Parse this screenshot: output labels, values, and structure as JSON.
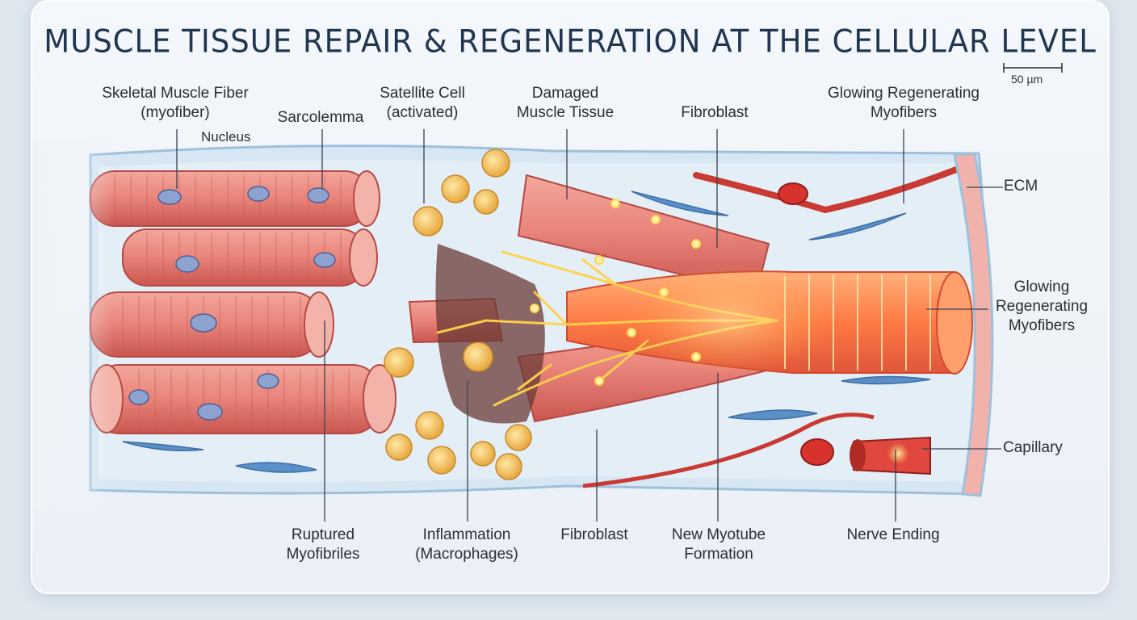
{
  "title": "MUSCLE TISSUE REPAIR & REGENERATION AT THE CELLULAR LEVEL",
  "scale_bar": "50 µm",
  "labels": {
    "skeletal_fiber": "Skeletal Muscle Fiber\n(myofiber)",
    "nucleus": "Nucleus",
    "sarcolemma": "Sarcolemma",
    "satellite_cell": "Satellite Cell\n(activated)",
    "damaged_tissue": "Damaged\nMuscle Tissue",
    "fibroblast_top": "Fibroblast",
    "glowing_top": "Glowing Regenerating\nMyofibers",
    "ecm": "ECM",
    "glowing_right": "Glowing\nRegenerating\nMyofibers",
    "capillary": "Capillary",
    "ruptured": "Ruptured\nMyofibriles",
    "inflammation": "Inflammation\n(Macrophages)",
    "fibroblast_bottom": "Fibroblast",
    "new_myotube": "New Myotube\nFormation",
    "nerve_ending": "Nerve Ending"
  },
  "colors": {
    "muscle": "#e8837a",
    "muscle_dark": "#c9564f",
    "tissue_bg": "#d6e6f2",
    "glow": "#ffd24a",
    "macrophage": "#f2c05c",
    "fibroblast": "#5b8fc7",
    "blood": "#d8322c",
    "title": "#1f3550"
  }
}
